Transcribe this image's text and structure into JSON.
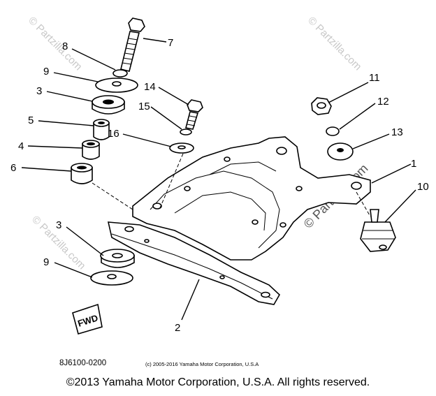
{
  "callouts": {
    "c1": "1",
    "c2": "2",
    "c3a": "3",
    "c3b": "3",
    "c4": "4",
    "c5": "5",
    "c6": "6",
    "c7": "7",
    "c8": "8",
    "c9a": "9",
    "c9b": "9",
    "c10": "10",
    "c11": "11",
    "c12": "12",
    "c13": "13",
    "c14": "14",
    "c15": "15",
    "c16": "16"
  },
  "fwd_label": "FWD",
  "diagram_code": "8J6100-0200",
  "small_copyright": "(c) 2005-2016 Yamaha Motor Corporation, U.S.A",
  "watermark": "© Partzilla.com",
  "footer": "©2013 Yamaha Motor Corporation, U.S.A. All rights reserved."
}
